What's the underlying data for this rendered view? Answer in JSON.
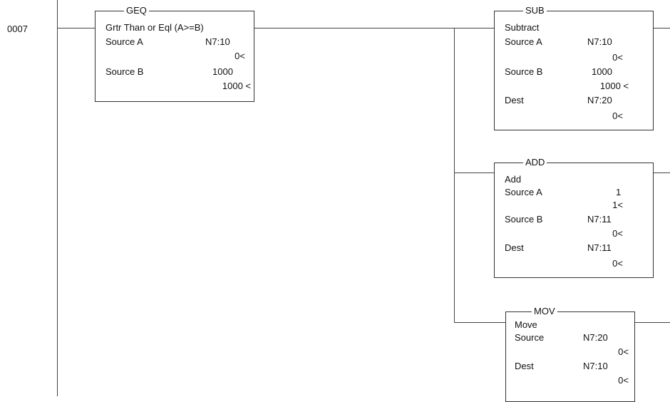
{
  "rung": {
    "number": "0007"
  },
  "geq": {
    "mnemonic": "GEQ",
    "description": "Grtr Than or Eql (A>=B)",
    "source_a": {
      "label": "Source A",
      "address": "N7:10",
      "value": "0<"
    },
    "source_b": {
      "label": "Source B",
      "address": "1000",
      "value": "1000 <"
    }
  },
  "sub": {
    "mnemonic": "SUB",
    "description": "Subtract",
    "source_a": {
      "label": "Source A",
      "address": "N7:10",
      "value": "0<"
    },
    "source_b": {
      "label": "Source B",
      "address": "1000",
      "value": "1000 <"
    },
    "dest": {
      "label": "Dest",
      "address": "N7:20",
      "value": "0<"
    }
  },
  "add": {
    "mnemonic": "ADD",
    "description": "Add",
    "source_a": {
      "label": "Source A",
      "address": "1",
      "value": "1<"
    },
    "source_b": {
      "label": "Source B",
      "address": "N7:11",
      "value": "0<"
    },
    "dest": {
      "label": "Dest",
      "address": "N7:11",
      "value": "0<"
    }
  },
  "mov": {
    "mnemonic": "MOV",
    "description": "Move",
    "source": {
      "label": "Source",
      "address": "N7:20",
      "value": "0<"
    },
    "dest": {
      "label": "Dest",
      "address": "N7:10",
      "value": "0<"
    }
  }
}
